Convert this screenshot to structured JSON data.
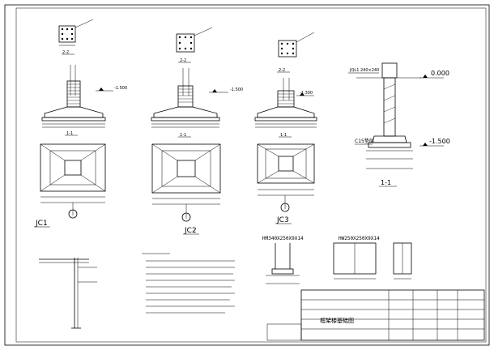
{
  "sections": {
    "upper_left": "2-2",
    "upper_middle": "2-2",
    "upper_right": "2-2",
    "left": "1-1",
    "middle": "1-1",
    "right": "1-1",
    "detail": "1-1"
  },
  "foundations": {
    "jc1": "JC1",
    "jc2": "JC2",
    "jc3": "JC3"
  },
  "elevations": {
    "e1": "-1.500",
    "e2": "-1.500",
    "e3": "-1.300",
    "e4": "0.000",
    "e5": "-1.500"
  },
  "labels": {
    "beam": "JQL1 240×240",
    "c15": "C15垫层",
    "steel_a": "HM340X250X9X14",
    "steel_b": "HW250X250X9X14"
  },
  "title_block": {
    "drawing_title": "框架楼基础图"
  }
}
